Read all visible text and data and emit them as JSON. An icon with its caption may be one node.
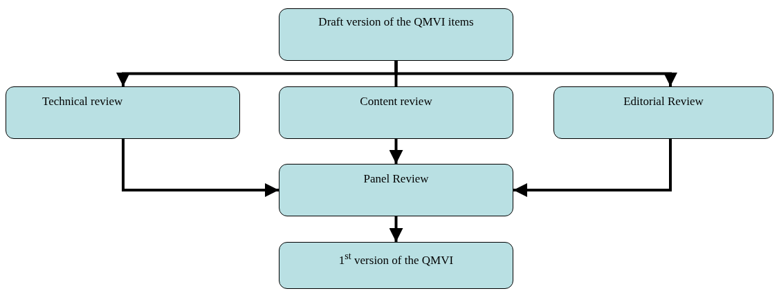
{
  "diagram": {
    "nodes": [
      {
        "text": [
          "Draft version of the QMVI items"
        ]
      },
      {
        "text": [
          "Technical review"
        ]
      },
      {
        "text": [
          "Content review"
        ]
      },
      {
        "text": [
          "Editorial Review"
        ]
      },
      {
        "text": [
          "Panel Review"
        ]
      },
      {
        "text": [
          "1$^{st}$ version of the QMVI"
        ]
      }
    ],
    "edges": [
      {
        "from": 0,
        "to": 1,
        "arrow": "to"
      },
      {
        "from": 0,
        "to": 3,
        "arrow": "to"
      },
      {
        "from": 0,
        "to": 2,
        "arrow": "none"
      },
      {
        "from": 2,
        "to": 4,
        "arrow": "to"
      },
      {
        "from": 1,
        "to": 4,
        "arrow": "to"
      },
      {
        "from": 3,
        "to": 4,
        "arrow": "to"
      },
      {
        "from": 4,
        "to": 5,
        "arrow": "to"
      }
    ]
  }
}
